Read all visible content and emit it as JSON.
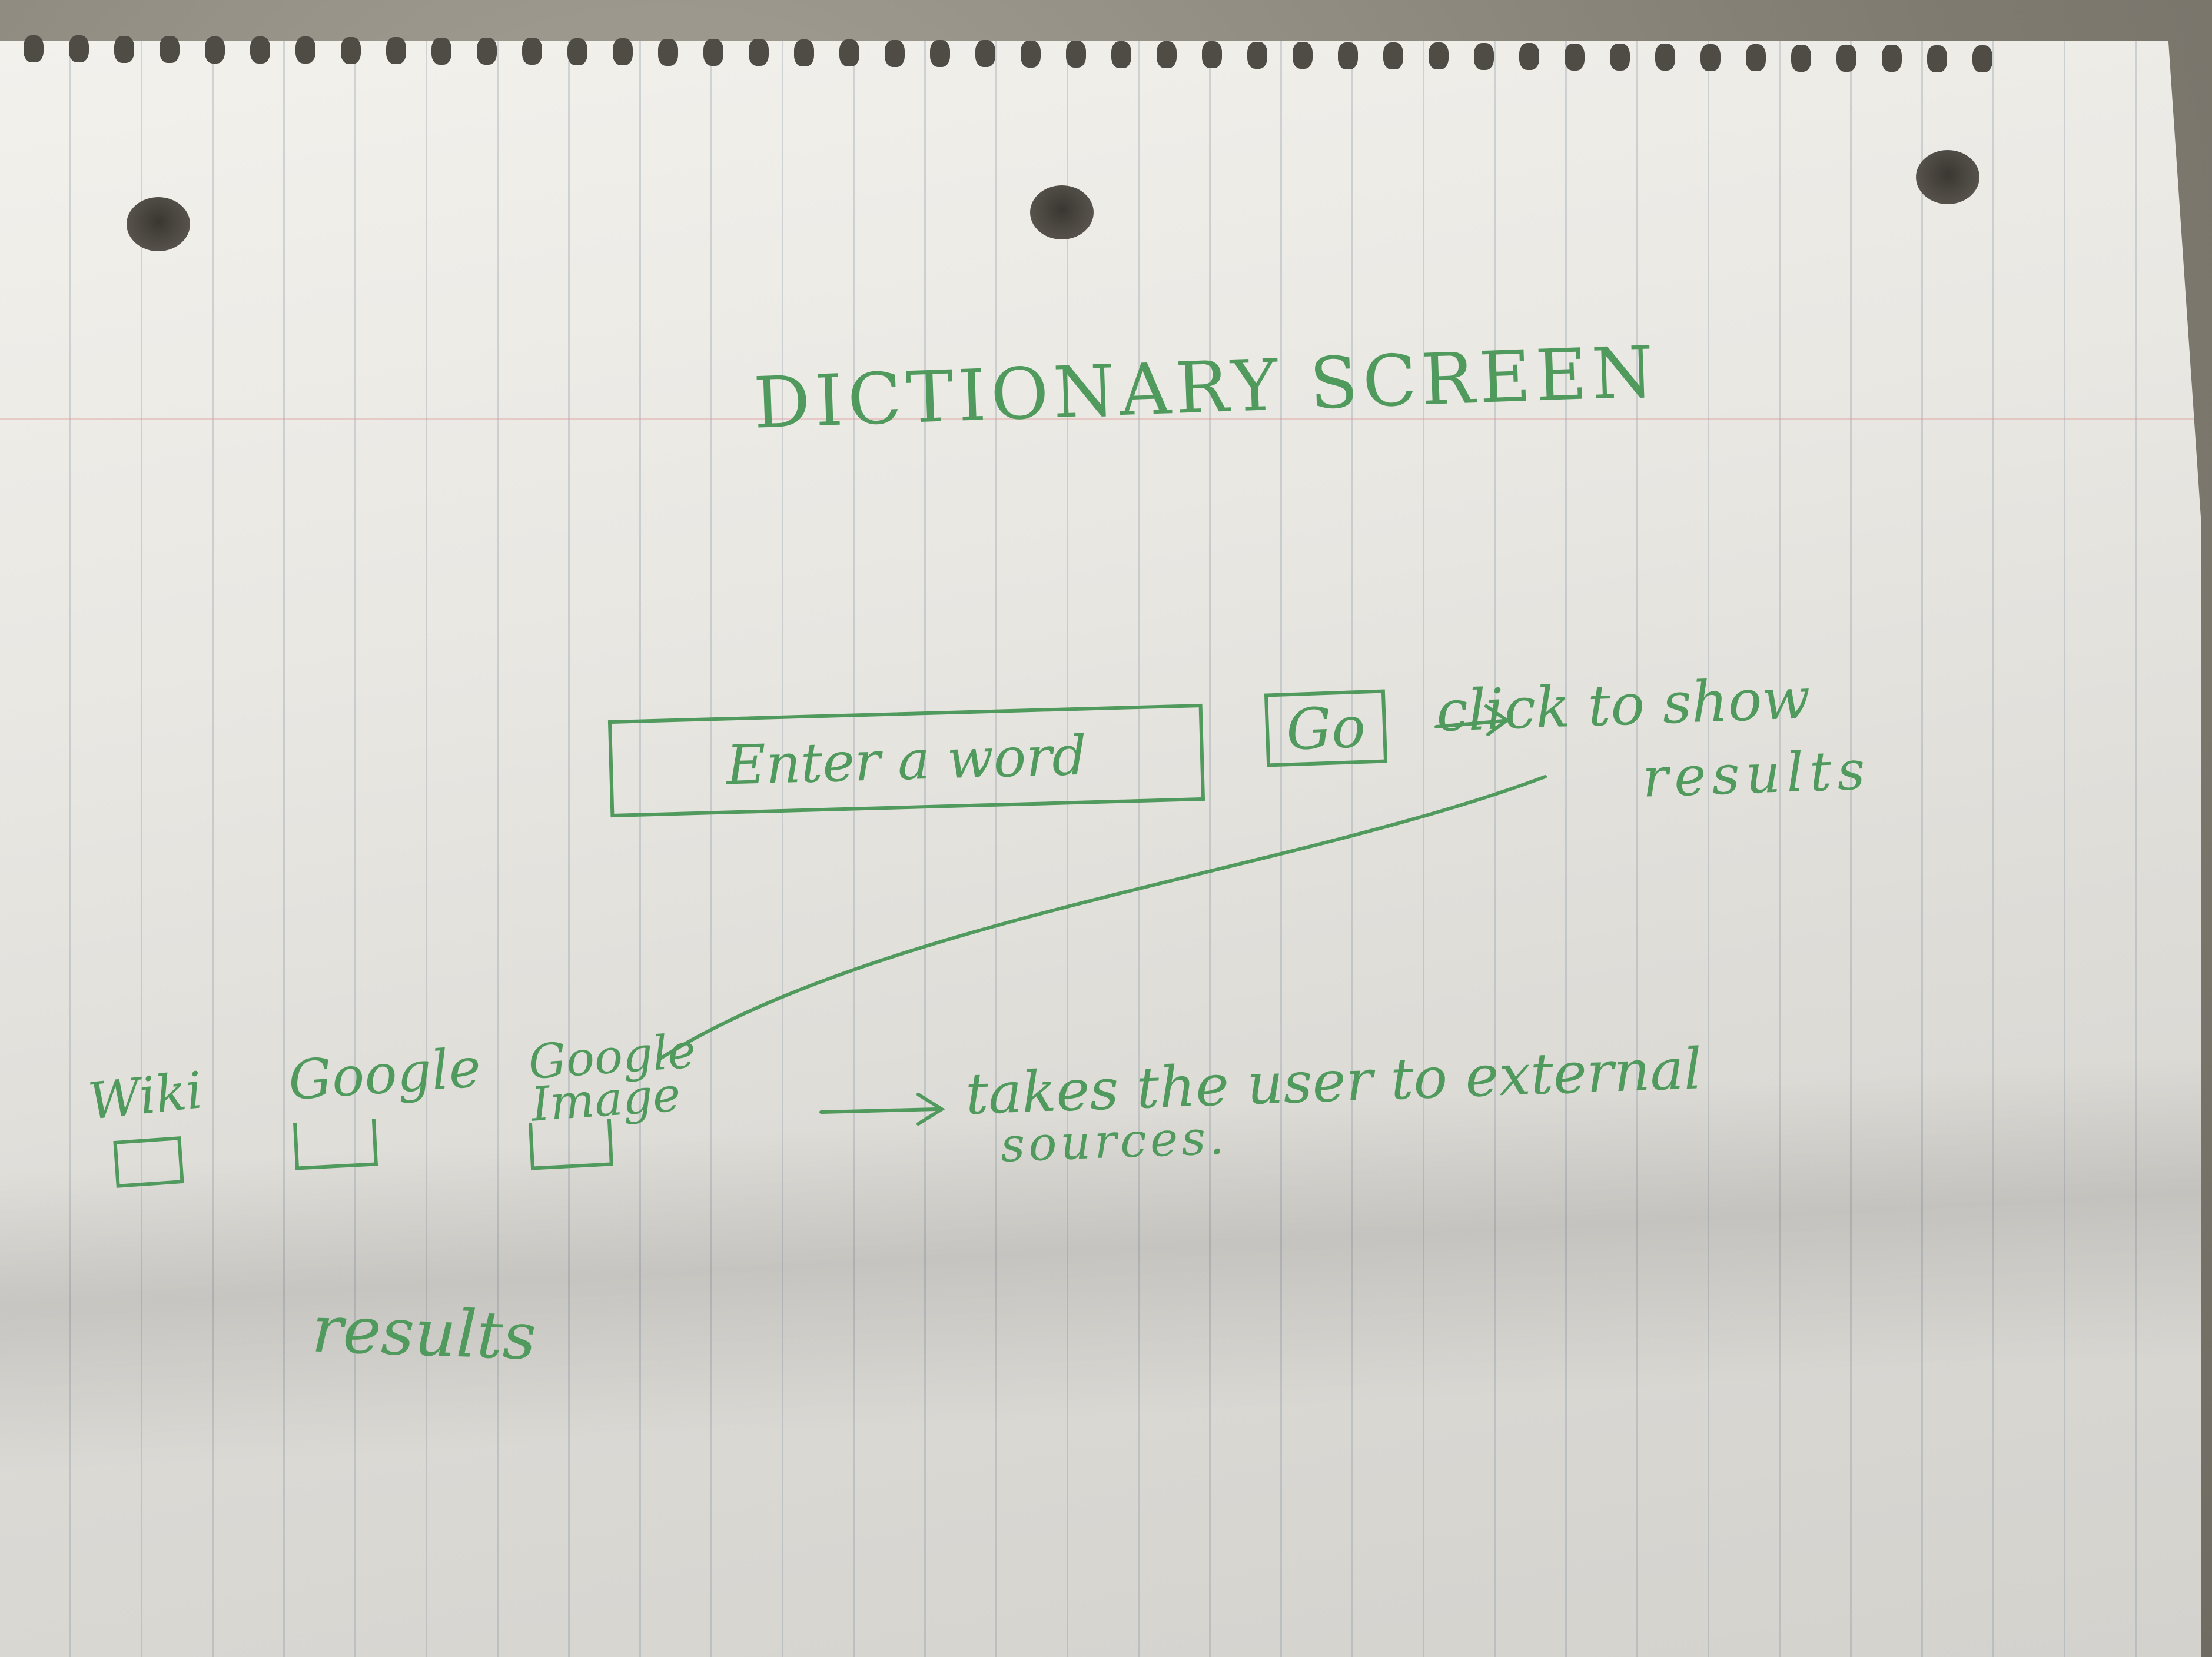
{
  "sketch": {
    "title": "DICTIONARY SCREEN",
    "search_input": {
      "placeholder": "Enter a word"
    },
    "go_button": {
      "label": "Go"
    },
    "go_note": {
      "line1": "click to show",
      "line2": "results"
    },
    "external_links": [
      {
        "label": "Wiki"
      },
      {
        "label": "Google"
      },
      {
        "label": "Google\nImage"
      }
    ],
    "external_note": {
      "line1": "takes the user to external",
      "line2": "sources."
    },
    "results_label": "results"
  },
  "colors": {
    "ink": "#4f9a5c",
    "paper": "#eceae5",
    "rule_lines": "#8fa0b0"
  },
  "icons": [
    "spiral-binding-icon",
    "punch-hole-icon",
    "arrow-right-icon"
  ]
}
